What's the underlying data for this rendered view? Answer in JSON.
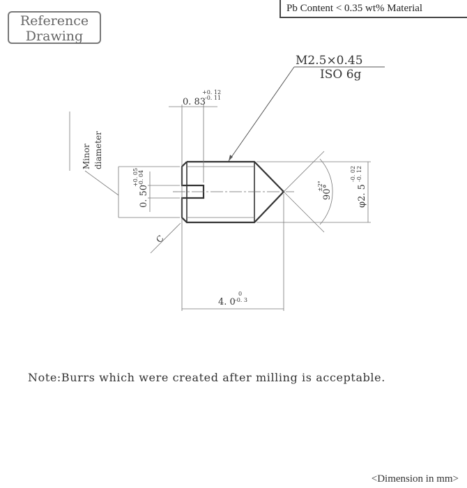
{
  "badge": {
    "line1": "Reference",
    "line2": "Drawing"
  },
  "material": "Pb Content < 0.35 wt% Material",
  "thread": {
    "spec": "M2.5×0.45",
    "tolerance": "ISO 6g"
  },
  "dims": {
    "slot_depth": {
      "value": "0. 83",
      "upper": "+0. 12",
      "lower": "-0. 11"
    },
    "slot_width": {
      "value": "0. 50",
      "upper": "+0. 05",
      "lower": "-0. 04"
    },
    "diameter": {
      "value": "φ2. 5",
      "upper": "-0. 02",
      "lower": "-0. 12"
    },
    "angle": {
      "value": "90°",
      "tol": "±2°"
    },
    "length": {
      "value": "4. 0",
      "upper": "0",
      "lower": "-0. 3"
    },
    "chamfer": "C",
    "minor_line1": "Minor",
    "minor_line2": "diameter"
  },
  "note": "Note:Burrs which were created after milling is acceptable.",
  "unit": "<Dimension in mm>"
}
